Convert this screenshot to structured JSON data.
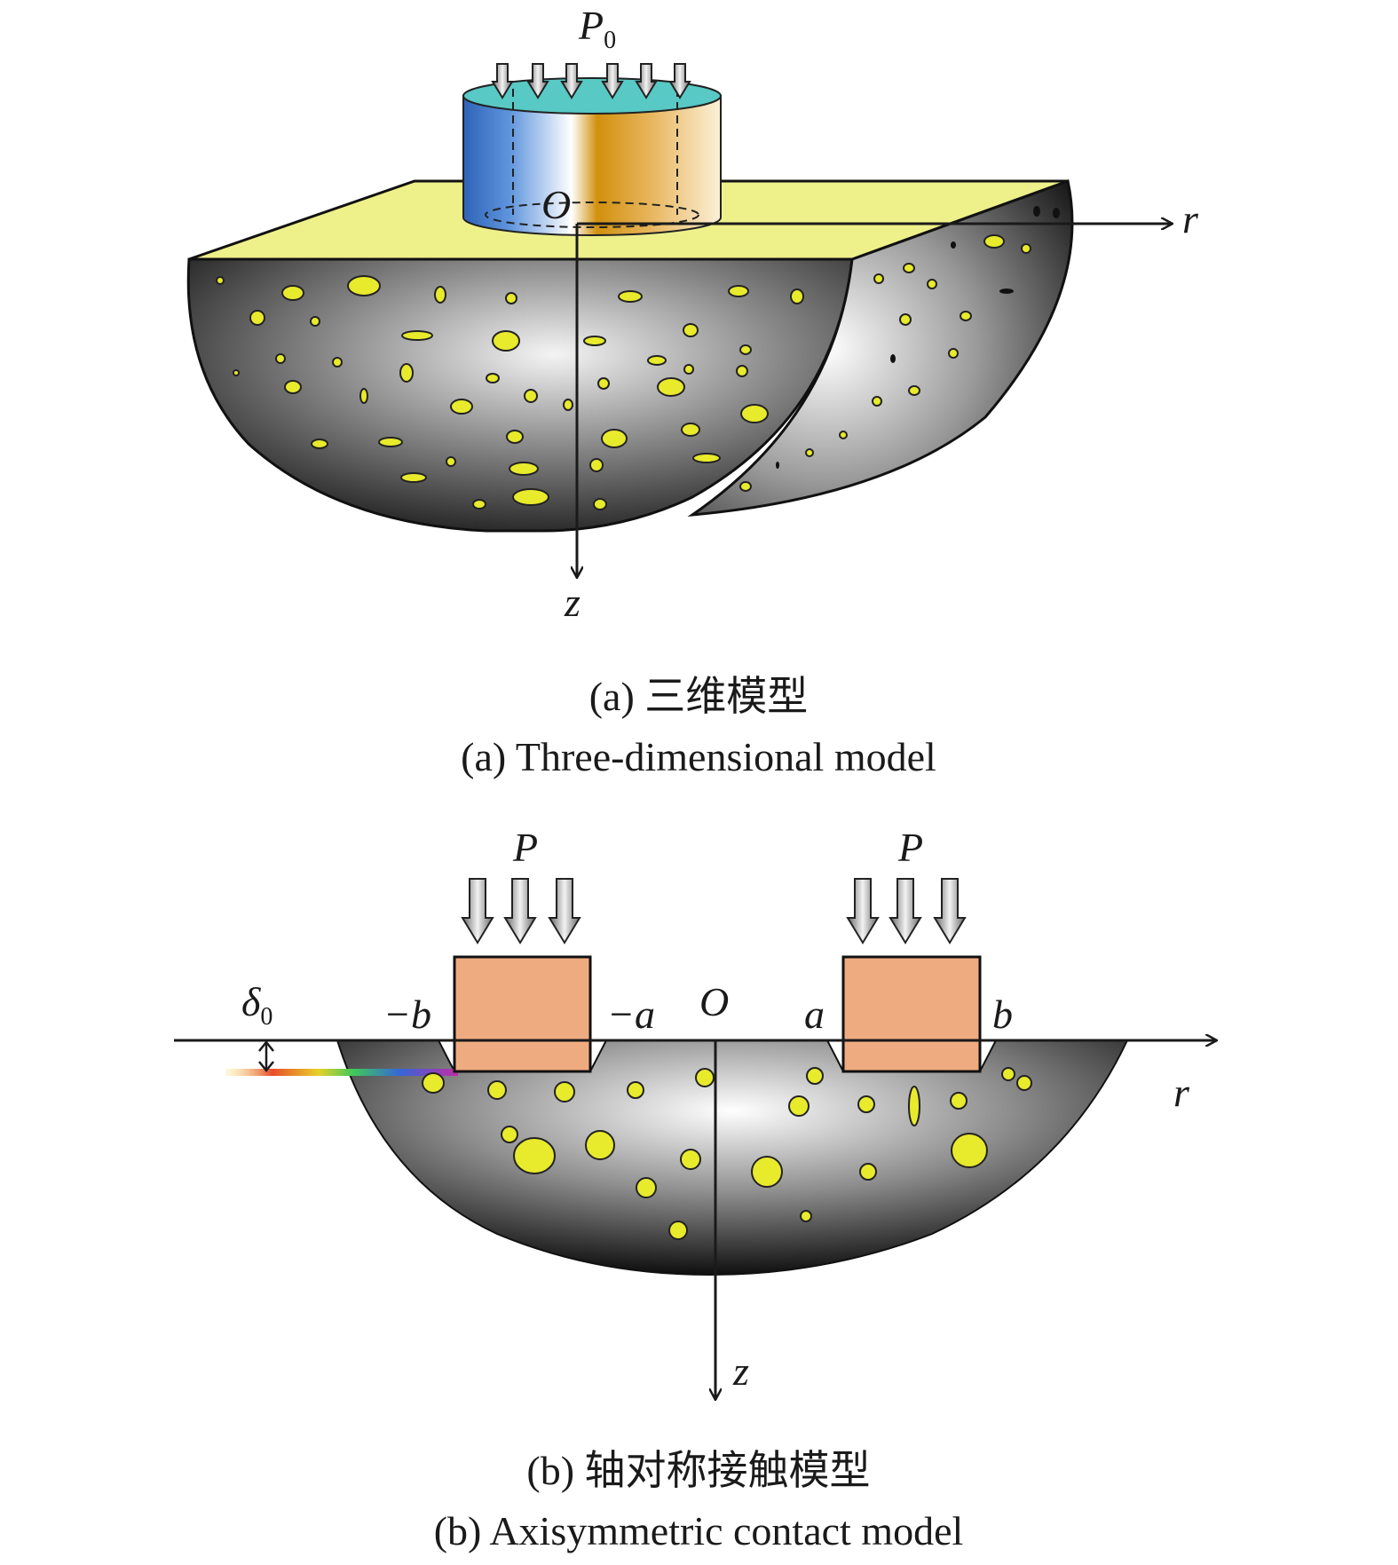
{
  "panel_a": {
    "load_label": "P",
    "load_subscript": "0",
    "origin_label": "O",
    "r_axis_label": "r",
    "z_axis_label": "z",
    "caption_cn": "(a) 三维模型",
    "caption_en": "(a) Three-dimensional model"
  },
  "panel_b": {
    "load_left_label": "P",
    "load_right_label": "P",
    "delta_label": "δ",
    "delta_subscript": "0",
    "minus_b_label": "−b",
    "minus_a_label": "−a",
    "origin_label": "O",
    "a_label": "a",
    "b_label": "b",
    "r_axis_label": "r",
    "z_axis_label": "z",
    "caption_cn": "(b) 轴对称接触模型",
    "caption_en": "(b) Axisymmetric contact model"
  },
  "colors": {
    "soil_yellow": "#e8ea2c",
    "surface_yellow": "#eef08a",
    "punch_orange": "#efab80",
    "cylinder_blue": "#3b73c8",
    "cylinder_gold": "#d89a1e",
    "cylinder_top": "#58c9c4"
  }
}
